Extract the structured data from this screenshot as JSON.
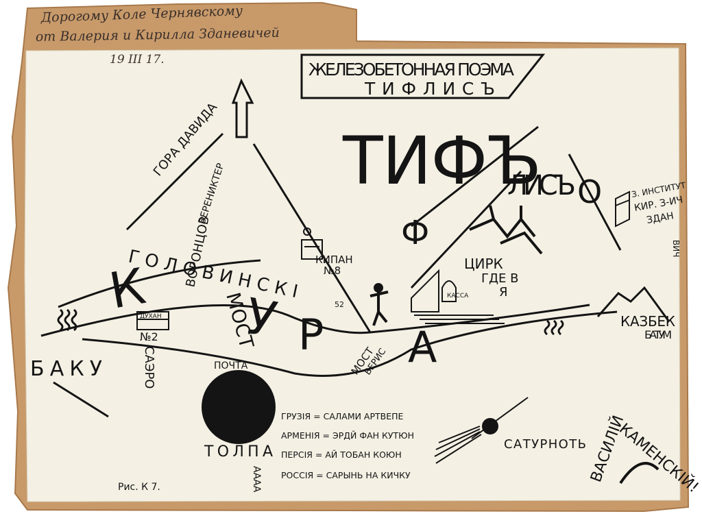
{
  "inscription": {
    "line1": "Дорогому Коле Чернявскому",
    "line2": "от Валерия и Кирилла Зданевичей",
    "date": "19 III 17."
  },
  "title_box": {
    "line1": "ЖЕЛЕЗОБЕТОННАЯ ПОЭМА",
    "line2": "ТИФЛИСЪ"
  },
  "main_word": "ТИФЪ",
  "lis": "ЛИСЪ",
  "f_letter": "Ф",
  "letter_o": "О",
  "streets": {
    "gora": "ГОРА ДАВИДА",
    "verenikt": "ВЕРЕНИКТЕР",
    "golovinski": "Г О Л О В И Н С К І",
    "vorontsov": "ВОРОНЦОВ",
    "most": "МОСТ"
  },
  "river": {
    "k": "К",
    "u": "У",
    "r": "Р",
    "a": "А"
  },
  "kipan": "КИПАН",
  "kipan_no": "№8",
  "circus": {
    "label": "ЦИРК",
    "sub1": "ГДЕ В",
    "sub2": "Я",
    "kassa": "КАССА"
  },
  "right_inst": [
    "З. ИНСТИТУТ",
    "КИР. З-ИЧ",
    "ЗДАН",
    "ВИЧ"
  ],
  "baku": "БАКУ",
  "dukhan": {
    "label": "ДУХАН",
    "no": "№2",
    "name": "САЭРО"
  },
  "most_veris": {
    "most": "МОСТ",
    "veris": "ВЕРИС"
  },
  "num52": "52",
  "pochta": "ПОЧТА",
  "tolpa": "ТОЛПА",
  "tolpa_a": "АААА",
  "legend": [
    "ГРУЗІЯ = САЛАМИ АРТВЕПЕ",
    "АРМЕНІЯ = ЭРДЙ ФАН КУТЮН",
    "ПЕРСІЯ = АЙ ТОБАН КОЮН",
    "РОССІЯ = САРЫНЬ НА КИЧКУ"
  ],
  "saturn": "САТУРНОТЬ",
  "kazbek": "КАЗБЕК",
  "batum": "БАТУМ",
  "vasilii": "ВАСИЛІЙ",
  "kamenskii": "КАМЕНСКІЙ!",
  "fig": "Рис. К 7."
}
